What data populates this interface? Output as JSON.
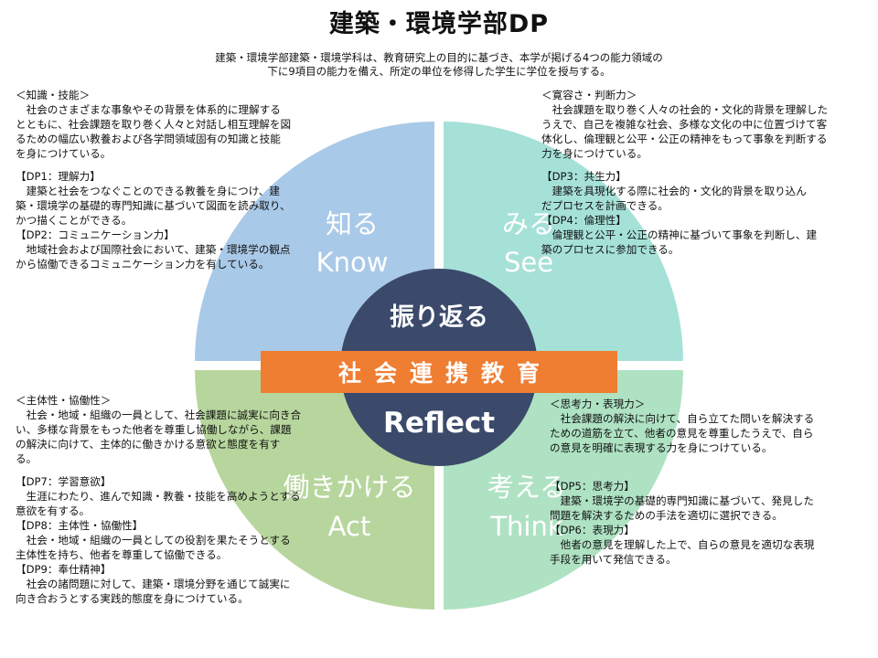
{
  "title": "建築・環境学部DP",
  "subtitle": [
    "建築・環境学部建築・環境学科は、教育研究上の目的に基づき、本学が掲げる4つの能力領域の",
    "下に9項目の能力を備え、所定の単位を修得した学生に学位を授与する。"
  ],
  "colors": {
    "know": "#a9c9e8",
    "see": "#a6e1d8",
    "act": "#b7d69d",
    "think": "#aee2c3",
    "center": "#3b4a6b",
    "band": "#ef7d32"
  },
  "quadrants": {
    "know": {
      "jp": "知る",
      "en": "Know"
    },
    "see": {
      "jp": "みる",
      "en": "See"
    },
    "act": {
      "jp": "働きかける",
      "en": "Act"
    },
    "think": {
      "jp": "考える",
      "en": "Think"
    }
  },
  "center": {
    "top": "振り返る",
    "band": "社会連携教育",
    "bottom": "Reflect"
  },
  "knowledge": {
    "heading": "＜知識・技能＞",
    "body": [
      "社会のさまざまな事象やその背景を体系的に理解する",
      "とともに、社会課題を取り巻く人々と対話し相互理解を図",
      "るための幅広い教養および各学問領域固有の知識と技能",
      "を身につけている。"
    ],
    "items": [
      {
        "label": "【DP1：理解力】",
        "lines": [
          "建築と社会をつなぐことのできる教養を身につけ、建",
          "築・環境学の基礎的専門知識に基づいて図面を読み取り、",
          "かつ描くことができる。"
        ]
      },
      {
        "label": "【DP2：コミュニケーション力】",
        "lines": [
          "地域社会および国際社会において、建築・環境学の観点",
          "から協働できるコミュニケーション力を有している。"
        ]
      }
    ]
  },
  "tolerance": {
    "heading": "＜寛容さ・判断力＞",
    "body": [
      "社会課題を取り巻く人々の社会的・文化的背景を理解した",
      "うえで、自己を複雑な社会、多様な文化の中に位置づけて客",
      "体化し、倫理観と公平・公正の精神をもって事象を判断する",
      "力を身につけている。"
    ],
    "items": [
      {
        "label": "【DP3：共生力】",
        "lines": [
          "建築を具現化する際に社会的・文化的背景を取り込ん",
          "だプロセスを計画できる。"
        ]
      },
      {
        "label": "【DP4：倫理性】",
        "lines": [
          "倫理観と公平・公正の精神に基づいて事象を判断し、建",
          "築のプロセスに参加できる。"
        ]
      }
    ]
  },
  "agency": {
    "heading": "＜主体性・協働性＞",
    "body": [
      "社会・地域・組織の一員として、社会課題に誠実に向き合",
      "い、多様な背景をもった他者を尊重し協働しながら、課題",
      "の解決に向けて、主体的に働きかける意欲と態度を有す",
      "る。"
    ],
    "items": [
      {
        "label": "【DP7：学習意欲】",
        "lines": [
          "生涯にわたり、進んで知識・教養・技能を高めようとする",
          "意欲を有する。"
        ]
      },
      {
        "label": "【DP8：主体性・協働性】",
        "lines": [
          "社会・地域・組織の一員としての役割を果たそうとする",
          "主体性を持ち、他者を尊重して協働できる。"
        ]
      },
      {
        "label": "【DP9：奉仕精神】",
        "lines": [
          "社会の諸問題に対して、建築・環境分野を通じて誠実に",
          "向き合おうとする実践的態度を身につけている。"
        ]
      }
    ]
  },
  "thinking": {
    "heading": "＜思考力・表現力＞",
    "body": [
      "社会課題の解決に向けて、自ら立てた問いを解決する",
      "ための道筋を立て、他者の意見を尊重したうえで、自ら",
      "の意見を明確に表現する力を身につけている。"
    ],
    "items": [
      {
        "label": "【DP5：思考力】",
        "lines": [
          "建築・環境学の基礎的専門知識に基づいて、発見した",
          "問題を解決するための手法を適切に選択できる。"
        ]
      },
      {
        "label": "【DP6：表現力】",
        "lines": [
          "他者の意見を理解した上で、自らの意見を適切な表現",
          "手段を用いて発信できる。"
        ]
      }
    ]
  }
}
